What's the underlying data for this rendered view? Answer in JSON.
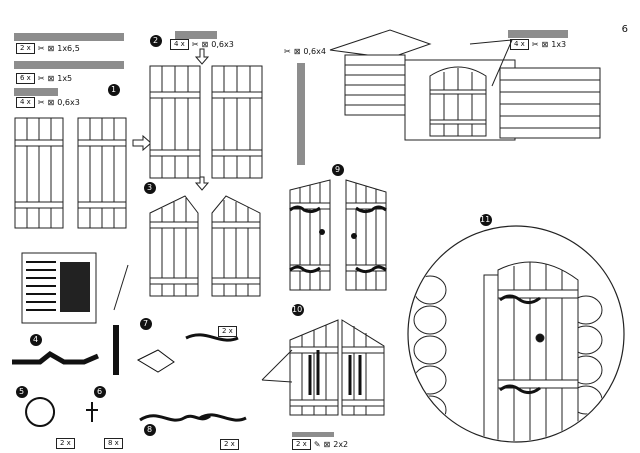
{
  "page": {
    "number": "6"
  },
  "parts": [
    {
      "qty": "2 x",
      "spec": "1x6,5"
    },
    {
      "qty": "6 x",
      "spec": "1x5"
    },
    {
      "qty": "4 x",
      "spec": "0,6x3"
    },
    {
      "qty": "4 x",
      "spec": "0,6x3"
    },
    {
      "qty": "",
      "spec": "0,6x4"
    },
    {
      "qty": "4 x",
      "spec": "1x3"
    }
  ],
  "steps": [
    "1",
    "2",
    "3",
    "4",
    "5",
    "6",
    "7",
    "8",
    "9",
    "10",
    "11"
  ],
  "counts": {
    "step5": "2 x",
    "step6": "8 x",
    "step7": "2 x",
    "step8": "2 x",
    "step10": "2 x",
    "step10_size": "2x2"
  },
  "icons": [
    "scissors-icon",
    "glue-icon",
    "rotate-icon",
    "arrow-icon"
  ]
}
